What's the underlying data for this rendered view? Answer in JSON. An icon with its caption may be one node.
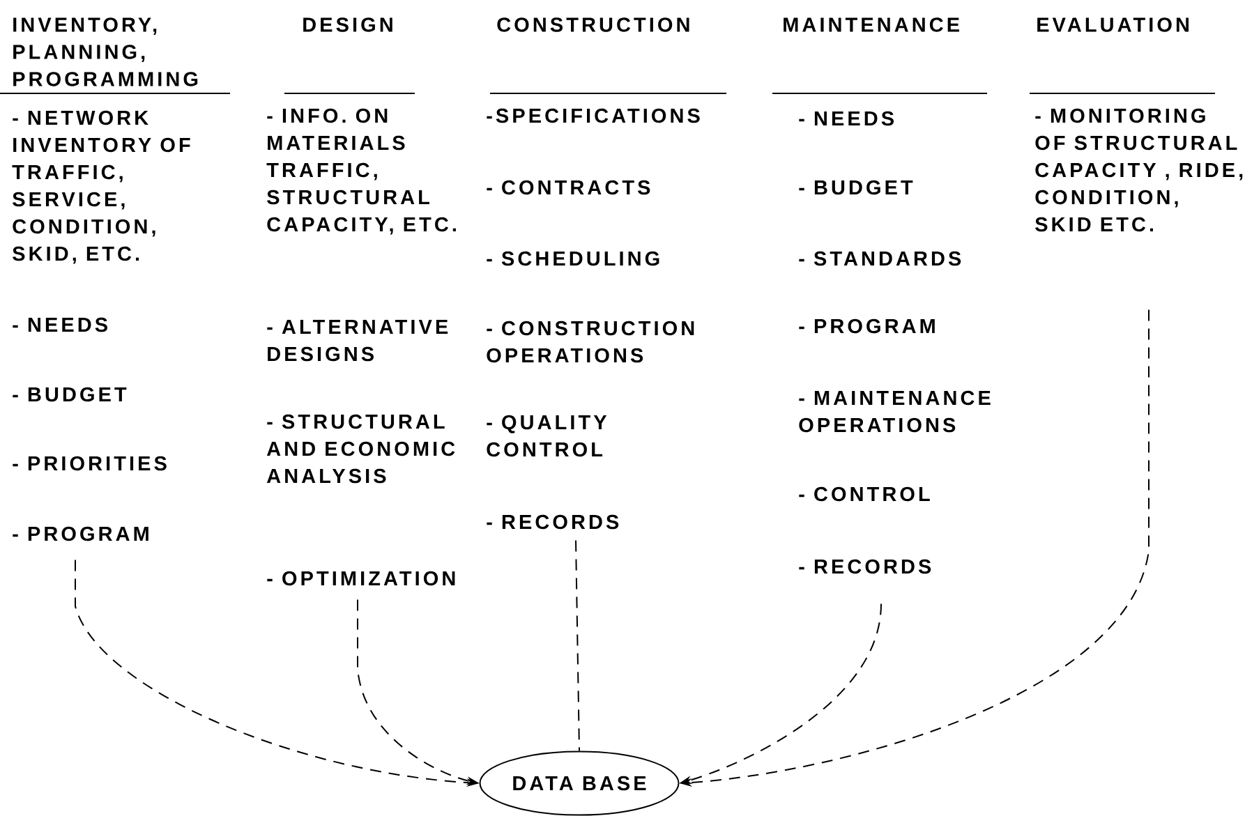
{
  "diagram": {
    "nodes": [
      {
        "text": [
          "INVENTORY, PLANNING, PROGRAMMING",
          "- NETWORK INVENTORY OF TRAFFIC, SERVICE, CONDITION, SKID, ETC.",
          "- NEEDS",
          "- BUDGET",
          "- PRIORITIES",
          "- PROGRAM"
        ]
      },
      {
        "text": [
          "DESIGN",
          "- INFO. ON MATERIALS TRAFFIC, STRUCTURAL CAPACITY, ETC.",
          "- ALTERNATIVE DESIGNS",
          "- STRUCTURAL AND ECONOMIC ANALYSIS",
          "- OPTIMIZATION"
        ]
      },
      {
        "text": [
          "CONSTRUCTION",
          "-SPECIFICATIONS",
          "- CONTRACTS",
          "- SCHEDULING",
          "- CONSTRUCTION OPERATIONS",
          "- QUALITY CONTROL",
          "- RECORDS"
        ]
      },
      {
        "text": [
          "MAINTENANCE",
          "- NEEDS",
          "- BUDGET",
          "- STANDARDS",
          "- PROGRAM",
          "- MAINTENANCE OPERATIONS",
          "- CONTROL",
          "- RECORDS"
        ]
      },
      {
        "text": [
          "EVALUATION",
          "- MONITORING OF STRUCTURAL CAPACITY , RIDE, CONDITION, SKID ETC."
        ]
      },
      {
        "text": [
          "DATA BASE"
        ]
      }
    ],
    "edges": [
      {
        "from": 0,
        "to": 5,
        "arrow": "to",
        "style": "dashed"
      },
      {
        "from": 1,
        "to": 5,
        "arrow": "to",
        "style": "dashed"
      },
      {
        "from": 2,
        "to": 5,
        "arrow": "none",
        "style": "dashed"
      },
      {
        "from": 3,
        "to": 5,
        "arrow": "to",
        "style": "dashed"
      },
      {
        "from": 4,
        "to": 5,
        "arrow": "to",
        "style": "dashed"
      }
    ]
  }
}
